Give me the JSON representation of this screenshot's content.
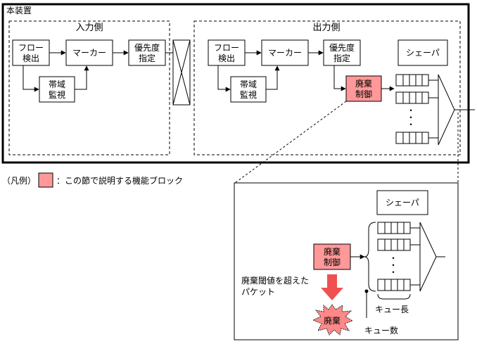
{
  "device": {
    "title": "本装置",
    "input_side": {
      "title": "入力側",
      "flow_detect": [
        "フロー",
        "検出"
      ],
      "marker": "マーカー",
      "priority": [
        "優先度",
        "指定"
      ],
      "bandwidth": [
        "帯域",
        "監視"
      ]
    },
    "output_side": {
      "title": "出力側",
      "flow_detect": [
        "フロー",
        "検出"
      ],
      "marker": "マーカー",
      "priority": [
        "優先度",
        "指定"
      ],
      "bandwidth": [
        "帯域",
        "監視"
      ],
      "discard": [
        "廃棄",
        "制御"
      ],
      "shaper": "シェーパ",
      "dots": "・"
    }
  },
  "legend": {
    "open": "（凡例）",
    "text": "：この節で説明する機能ブロック"
  },
  "detail": {
    "shaper": "シェーパ",
    "discard": [
      "廃棄",
      "制御"
    ],
    "note": [
      "廃棄閾値を超えた",
      "パケット"
    ],
    "burst": "廃棄",
    "queue_length": "キュー長",
    "queue_count": "キュー数",
    "dots": "・"
  },
  "colors": {
    "highlight_fill": "#FF9999",
    "discard_arrow": "#F05050",
    "burst_fill": "#FF8888"
  }
}
